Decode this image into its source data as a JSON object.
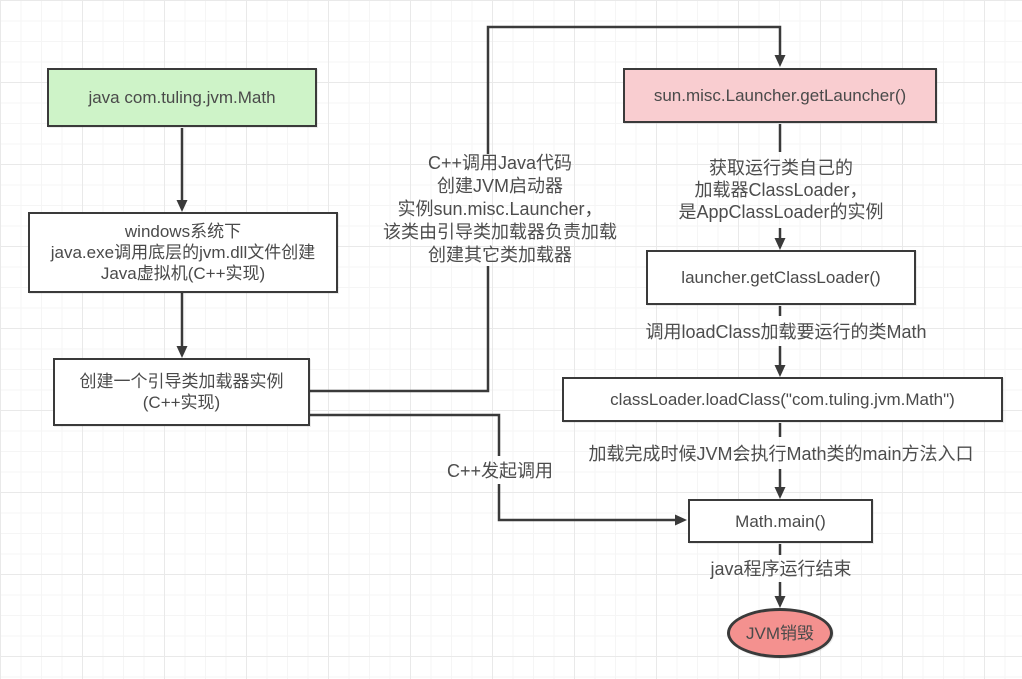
{
  "diagram": {
    "nodes": {
      "java_command": {
        "label": "java com.tuling.jvm.Math"
      },
      "windows_jvm": {
        "lines": [
          "windows系统下",
          "java.exe调用底层的jvm.dll文件创建",
          "Java虚拟机(C++实现)"
        ]
      },
      "bootstrap_loader": {
        "lines": [
          "创建一个引导类加载器实例",
          "(C++实现)"
        ]
      },
      "get_launcher": {
        "label": "sun.misc.Launcher.getLauncher()"
      },
      "get_classloader": {
        "label": "launcher.getClassLoader()"
      },
      "load_class": {
        "label": "classLoader.loadClass(\"com.tuling.jvm.Math\")"
      },
      "math_main": {
        "label": "Math.main()"
      },
      "jvm_destroy": {
        "label": "JVM销毁"
      }
    },
    "notes": {
      "cpp_create_launcher": {
        "lines": [
          "C++调用Java代码",
          "创建JVM启动器",
          "实例sun.misc.Launcher，",
          "该类由引导类加载器负责加载",
          "创建其它类加载器"
        ]
      },
      "app_classloader": {
        "lines": [
          "获取运行类自己的",
          "加载器ClassLoader，",
          "是AppClassLoader的实例"
        ]
      },
      "load_class_note": {
        "text": "调用loadClass加载要运行的类Math"
      },
      "main_entry_note": {
        "text": "加载完成时候JVM会执行Math类的main方法入口"
      },
      "cpp_call_note": {
        "text": "C++发起调用"
      },
      "java_end_note": {
        "text": "java程序运行结束"
      }
    },
    "colors": {
      "start_node_fill": "#cef3c8",
      "launcher_node_fill": "#f9cdd0",
      "end_node_fill": "#f4918f",
      "stroke": "#3a3a3a",
      "text": "#4a4a4a"
    }
  }
}
